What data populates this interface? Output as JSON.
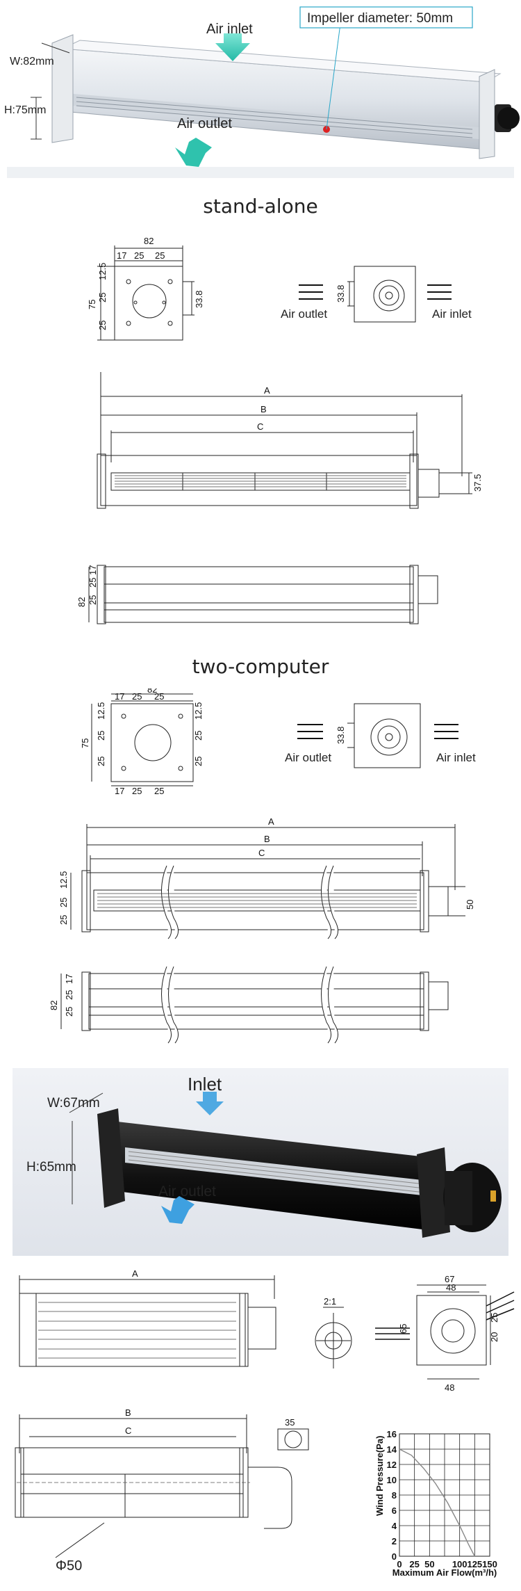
{
  "photo1": {
    "air_inlet": "Air inlet",
    "air_outlet": "Air outlet",
    "impeller": "Impeller diameter: 50mm",
    "width": "W:82mm",
    "height": "H:75mm"
  },
  "heading1": "stand-alone",
  "drawing1": {
    "dim_82": "82",
    "dim_17": "17",
    "dim_25a": "25",
    "dim_25b": "25",
    "dim_125": "12.5",
    "dim_25c": "25",
    "dim_25d": "25",
    "dim_75": "75",
    "dim_338": "33.8",
    "side_338": "33.8",
    "air_outlet": "Air outlet",
    "air_inlet": "Air inlet",
    "A": "A",
    "B": "B",
    "C": "C",
    "dim_375": "37.5",
    "top_82": "82",
    "top_25a": "25",
    "top_25b": "25",
    "top_17": "17"
  },
  "heading2": "two-computer",
  "drawing2": {
    "dim_82": "82",
    "dim_17": "17",
    "dim_25a": "25",
    "dim_25b": "25",
    "dim_125": "12.5",
    "dim_25c": "25",
    "dim_25d": "25",
    "dim_75": "75",
    "r_125": "12.5",
    "r_25a": "25",
    "r_25b": "25",
    "b_17": "17",
    "b_25a": "25",
    "b_25b": "25",
    "side_338": "33.8",
    "air_outlet": "Air outlet",
    "air_inlet": "Air inlet",
    "A": "A",
    "B": "B",
    "C": "C",
    "l_125": "12.5",
    "l_25a": "25",
    "l_25b": "25",
    "dim_50": "50",
    "top_82": "82",
    "top_25a": "25",
    "top_25b": "25",
    "top_17": "17"
  },
  "photo2": {
    "inlet": "Inlet",
    "air_outlet": "Air outlet",
    "width": "W:67mm",
    "height": "H:65mm"
  },
  "drawing3": {
    "A": "A",
    "scale": "2:1",
    "dim_67": "67",
    "dim_48": "48",
    "dim_65": "65",
    "dim_25": "25",
    "dim_20": "20",
    "dim_48b": "48",
    "B": "B",
    "C": "C",
    "dim_35": "35",
    "phi50": "Φ50"
  },
  "chart_data": {
    "type": "line",
    "x": [
      0,
      20,
      40,
      60,
      80,
      100,
      115,
      125
    ],
    "y": [
      14,
      13.2,
      11.5,
      9.5,
      7,
      4,
      1.5,
      0
    ],
    "xticks": [
      "0",
      "25",
      "50",
      "100",
      "125",
      "150"
    ],
    "xtick_values": [
      0,
      25,
      50,
      100,
      125,
      150
    ],
    "yticks": [
      "0",
      "2",
      "4",
      "6",
      "8",
      "10",
      "12",
      "14",
      "16"
    ],
    "xlim": [
      0,
      150
    ],
    "ylim": [
      0,
      16
    ],
    "xlabel": "Maximum Air Flow(m³/h)",
    "ylabel": "Wind Pressure(Pa)",
    "grid": true
  }
}
